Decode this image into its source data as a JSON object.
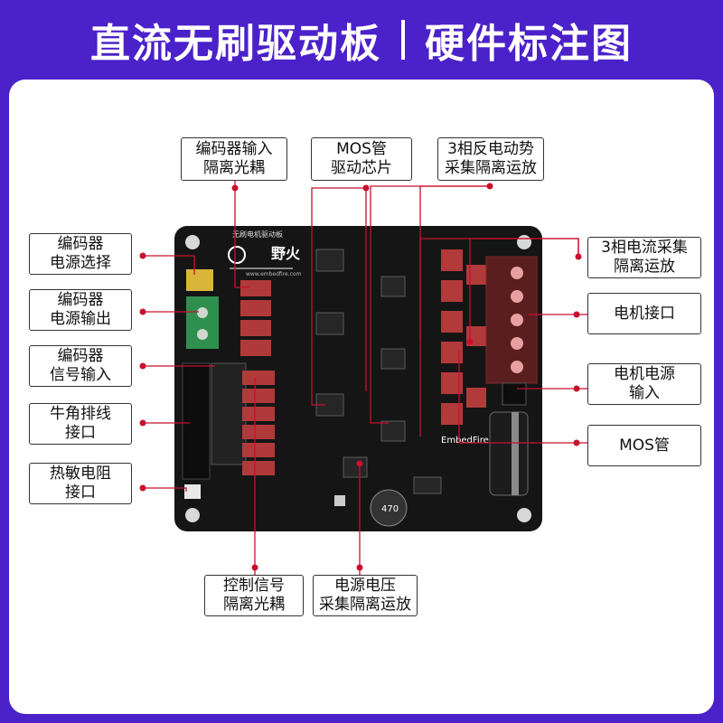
{
  "title": {
    "left": "直流无刷驱动板",
    "right": "硬件标注图"
  },
  "board": {
    "brand": "野火",
    "product": "无刷电机驱动板",
    "site": "www.embedfire.com",
    "silk": "EmbedFire",
    "inductor": "470"
  },
  "labels": {
    "encoder_optocoupler": [
      "编码器输入",
      "隔离光耦"
    ],
    "mos_driver": [
      "MOS管",
      "驱动芯片"
    ],
    "bemf": [
      "3相反电动势",
      "采集隔离运放"
    ],
    "encoder_power_select": [
      "编码器",
      "电源选择"
    ],
    "encoder_power_out": [
      "编码器",
      "电源输出"
    ],
    "encoder_signal_in": [
      "编码器",
      "信号输入"
    ],
    "ox_horn_header": [
      "牛角排线",
      "接口"
    ],
    "thermistor": [
      "热敏电阻",
      "接口"
    ],
    "current_sense": [
      "3相电流采集",
      "隔离运放"
    ],
    "motor_port": [
      "电机接口"
    ],
    "motor_power": [
      "电机电源",
      "输入"
    ],
    "mos": [
      "MOS管"
    ],
    "control_optocoupler": [
      "控制信号",
      "隔离光耦"
    ],
    "voltage_sense": [
      "电源电压",
      "采集隔离运放"
    ]
  },
  "colors": {
    "frame": "#4b21c9",
    "pcb": "#151515",
    "leader": "#c8102e",
    "optocoupler": "#b03a3a",
    "mosfet": "#b23a3a"
  }
}
